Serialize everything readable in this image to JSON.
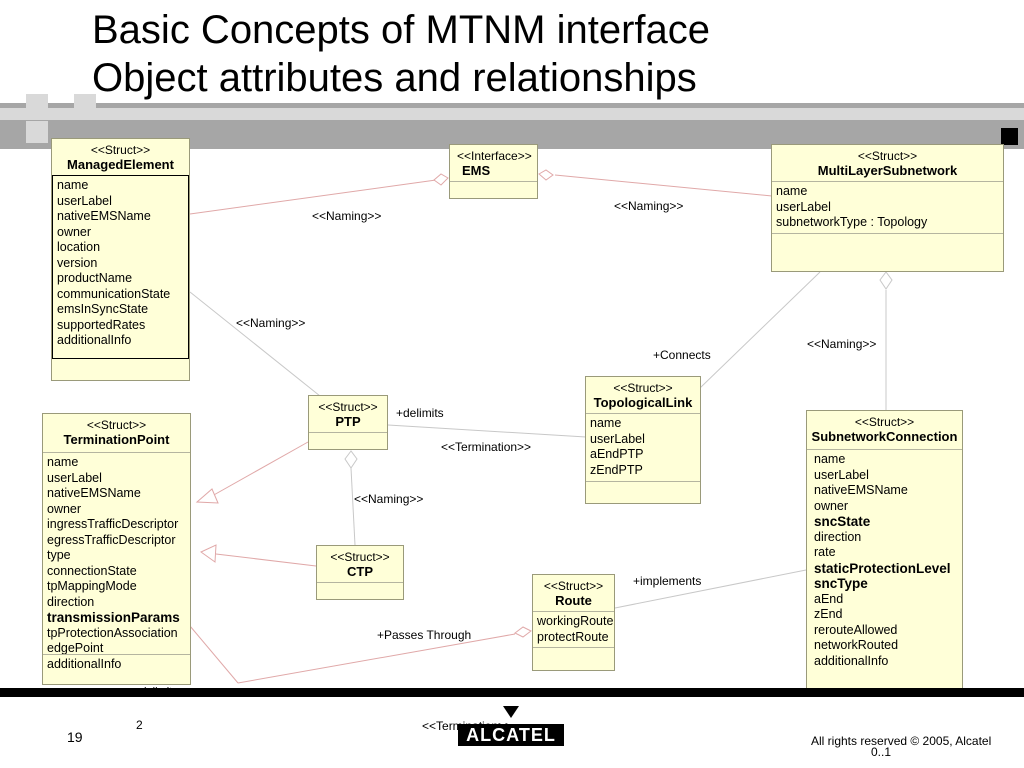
{
  "slide": {
    "title_line1": "Basic Concepts of MTNM interface",
    "title_line2": "Object attributes and relationships",
    "page_number": "19",
    "small_number": "2",
    "copyright": "All rights reserved © 2005, Alcatel",
    "cardinality": "0..1",
    "logo_text": "ALCATEL",
    "termination_footer": "<<Termination>>",
    "cut_label": "+delimits"
  },
  "classes": {
    "managed_element": {
      "stereotype": "<<Struct>>",
      "name": "ManagedElement",
      "attributes": [
        "name",
        "userLabel",
        "nativeEMSName",
        "owner",
        "location",
        "version",
        "productName",
        "communicationState",
        "emsInSyncState",
        "supportedRates",
        "additionalInfo"
      ]
    },
    "ems": {
      "stereotype": "<<Interface>>",
      "name": "EMS"
    },
    "multi_layer_subnetwork": {
      "stereotype": "<<Struct>>",
      "name": "MultiLayerSubnetwork",
      "attributes": [
        "name",
        "userLabel",
        "subnetworkType : Topology"
      ]
    },
    "ptp": {
      "stereotype": "<<Struct>>",
      "name": "PTP"
    },
    "topological_link": {
      "stereotype": "<<Struct>>",
      "name": "TopologicalLink",
      "attributes": [
        "name",
        "userLabel",
        "aEndPTP",
        "zEndPTP"
      ]
    },
    "termination_point": {
      "stereotype": "<<Struct>>",
      "name": "TerminationPoint",
      "attributes": [
        "name",
        "userLabel",
        "nativeEMSName",
        "owner",
        "ingressTrafficDescriptor",
        "egressTrafficDescriptor",
        "type",
        "connectionState",
        "tpMappingMode",
        "direction",
        "transmissionParams",
        "tpProtectionAssociation",
        "edgePoint",
        "additionalInfo"
      ]
    },
    "ctp": {
      "stereotype": "<<Struct>>",
      "name": "CTP"
    },
    "route": {
      "stereotype": "<<Struct>>",
      "name": "Route",
      "attributes": [
        "workingRoute",
        "protectRoute"
      ]
    },
    "subnetwork_connection": {
      "stereotype": "<<Struct>>",
      "name": "SubnetworkConnection",
      "attributes": [
        "name",
        "userLabel",
        "nativeEMSName",
        "owner",
        "sncState",
        "direction",
        "rate",
        "staticProtectionLevel",
        "sncType",
        "aEnd",
        "zEnd",
        "rerouteAllowed",
        "networkRouted",
        "additionalInfo"
      ]
    }
  },
  "relations": {
    "naming_me_ems": "<<Naming>>",
    "naming_ems_mls": "<<Naming>>",
    "naming_me_ptp": "<<Naming>>",
    "naming_mls_snc": "<<Naming>>",
    "naming_ptp_ctp": "<<Naming>>",
    "connects": "+Connects",
    "delimits": "+delimits",
    "termination": "<<Termination>>",
    "implements": "+implements",
    "passes_through": "+Passes Through"
  },
  "colors": {
    "class_fill": "#ffffd8",
    "connector": "#e8b0b0",
    "band": "#a6a6a6"
  }
}
